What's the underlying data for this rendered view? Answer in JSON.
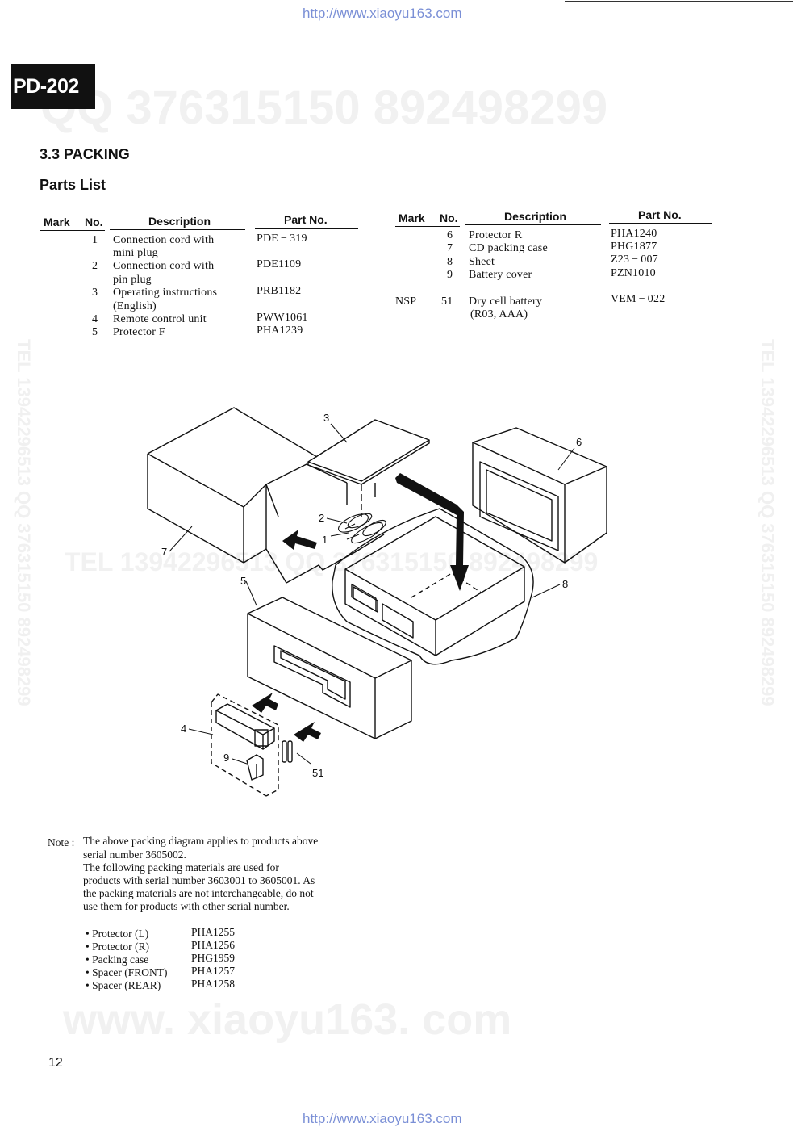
{
  "header": {
    "url_top": "http://www.xiaoyu163.com",
    "model": "PD-202"
  },
  "watermarks": {
    "top": "QQ 376315150   892498299",
    "middle": "TEL 13942296513   QQ 376315150   892498299",
    "bottom": "www. xiaoyu163. com",
    "left_vertical": "TEL 13942296513  QQ 376315150  892498299",
    "right_vertical": "TEL 13942296513  QQ 376315150  892498299"
  },
  "section": {
    "title": "3.3  PACKING",
    "subtitle": "Parts List"
  },
  "table_headers": {
    "mark": "Mark",
    "no": "No.",
    "description": "Description",
    "part_no": "Part No."
  },
  "parts_left": [
    {
      "mark": "",
      "no": "1",
      "desc": "Connection  cord  with",
      "desc2": "mini  plug",
      "part": "PDE − 319"
    },
    {
      "mark": "",
      "no": "2",
      "desc": "Connection  cord  with",
      "desc2": "pin  plug",
      "part": "PDE1109"
    },
    {
      "mark": "",
      "no": "3",
      "desc": "Operating  instructions",
      "desc2": "(English)",
      "part": "PRB1182"
    },
    {
      "mark": "",
      "no": "4",
      "desc": "Remote  control  unit",
      "desc2": "",
      "part": "PWW1061"
    },
    {
      "mark": "",
      "no": "5",
      "desc": "Protector  F",
      "desc2": "",
      "part": "PHA1239"
    }
  ],
  "parts_right": [
    {
      "mark": "",
      "no": "6",
      "desc": "Protector  R",
      "desc2": "",
      "part": "PHA1240"
    },
    {
      "mark": "",
      "no": "7",
      "desc": "CD  packing  case",
      "desc2": "",
      "part": "PHG1877"
    },
    {
      "mark": "",
      "no": "8",
      "desc": "Sheet",
      "desc2": "",
      "part": "Z23 − 007"
    },
    {
      "mark": "",
      "no": "9",
      "desc": "Battery  cover",
      "desc2": "",
      "part": "PZN1010"
    },
    {
      "mark": "NSP",
      "no": "51",
      "desc": "Dry  cell  battery",
      "desc2": "(R03,  AAA)",
      "part": "VEM − 022"
    }
  ],
  "diagram_callouts": [
    "1",
    "2",
    "3",
    "4",
    "5",
    "6",
    "7",
    "8",
    "9",
    "51"
  ],
  "note": {
    "label": "Note :",
    "lines": [
      "The above packing diagram applies to products above",
      "serial number 3605002.",
      "The  following  packing  materials  are  used  for",
      "products with serial number 3603001 to 3605001. As",
      "the packing materials are not interchangeable, do not",
      "use  them  for  products  with  other  serial  number."
    ],
    "items": [
      {
        "name": "• Protector  (L)",
        "part": "PHA1255"
      },
      {
        "name": "• Protector  (R)",
        "part": "PHA1256"
      },
      {
        "name": "• Packing  case",
        "part": "PHG1959"
      },
      {
        "name": "• Spacer  (FRONT)",
        "part": "PHA1257"
      },
      {
        "name": "• Spacer  (REAR)",
        "part": "PHA1258"
      }
    ]
  },
  "footer": {
    "page_number": "12",
    "url_bottom": "http://www.xiaoyu163.com"
  }
}
